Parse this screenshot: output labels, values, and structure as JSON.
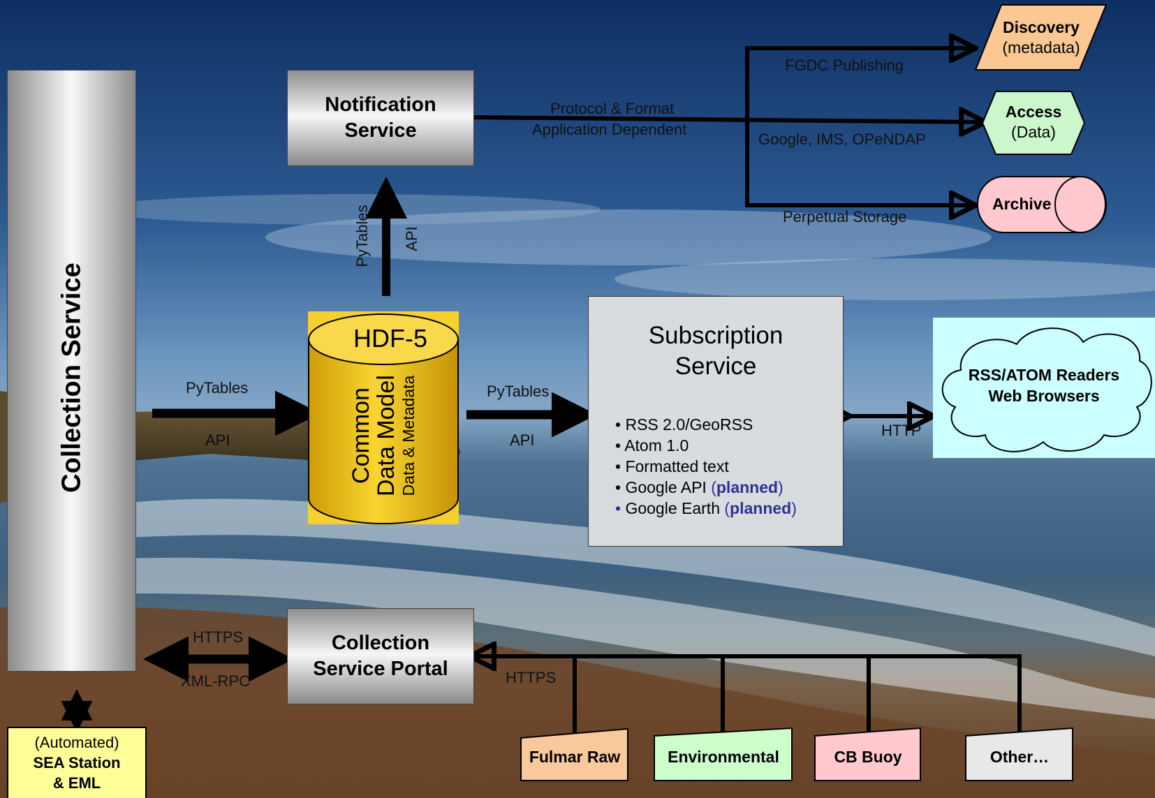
{
  "collection_service": {
    "label": "Collection Service"
  },
  "notification_service": {
    "line1": "Notification",
    "line2": "Service"
  },
  "hdf5": {
    "top": "HDF-5",
    "line1": "Common",
    "line2": "Data Model",
    "line3": "Data & Metadata"
  },
  "subscription_service": {
    "line1": "Subscription",
    "line2": "Service",
    "items": [
      {
        "text": "RSS 2.0/GeoRSS"
      },
      {
        "text": "Atom 1.0"
      },
      {
        "text": "Formatted text"
      },
      {
        "text": "Google API",
        "open": "(",
        "note": "planned",
        "close": ")"
      },
      {
        "text": "Google Earth",
        "open": "(",
        "note": "planned",
        "close": ")"
      }
    ]
  },
  "portal": {
    "line1": "Collection",
    "line2": "Service Portal"
  },
  "outputs": {
    "discovery": {
      "title": "Discovery",
      "sub": "(metadata)"
    },
    "access": {
      "title": "Access",
      "sub": "(Data)"
    },
    "archive": {
      "title": "Archive"
    }
  },
  "readers": {
    "line1": "RSS/ATOM Readers",
    "line2": "Web Browsers"
  },
  "sea_station": {
    "line1": "(Automated)",
    "line2": "SEA Station",
    "line3": "& EML"
  },
  "sources": [
    {
      "label": "Fulmar Raw",
      "color": "#f9c99b"
    },
    {
      "label": "Environmental",
      "color": "#ccffcc"
    },
    {
      "label": "CB Buoy",
      "color": "#ffc9cf"
    },
    {
      "label": "Other…",
      "color": "#e8e8e8"
    }
  ],
  "connectors": {
    "pytables_left": "PyTables",
    "api_left": "API",
    "pytables_mid": "PyTables",
    "api_mid": "API",
    "pytables_up": "PyTables",
    "api_up": "API",
    "protocol_line1": "Protocol & Format",
    "protocol_line2": "Application Dependent",
    "fgdc": "FGDC Publishing",
    "google": "Google, IMS, OPeNDAP",
    "perpetual": "Perpetual Storage",
    "http": "HTTP",
    "https_left": "HTTPS",
    "xmlrpc": "XML-RPC",
    "https_sources": "HTTPS"
  },
  "colors": {
    "sky_top": "#153d73",
    "sky_mid": "#5f8cb8",
    "sea": "#3e5f7d",
    "sand": "#6e4a2e",
    "hdf_yellow": "#f2c21a",
    "subscription_bg": "#d9dde0",
    "readers_bg": "#ccffff",
    "sea_station_bg": "#ffff99"
  }
}
